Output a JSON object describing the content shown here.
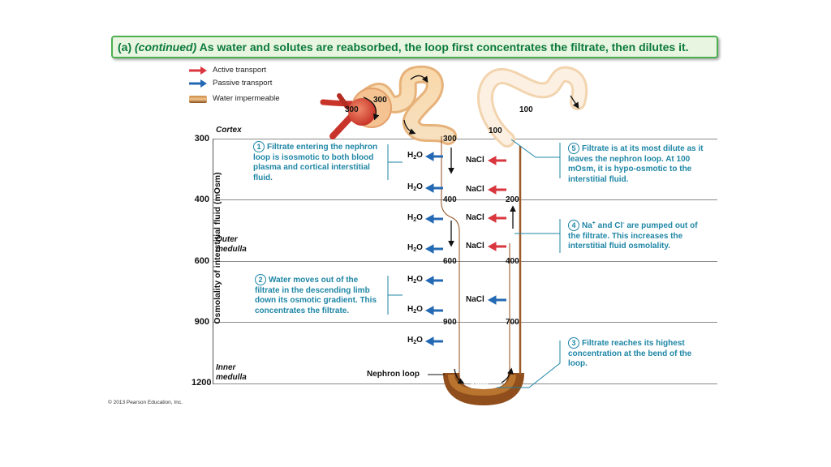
{
  "title": {
    "prefix": "(a)",
    "continued": "(continued)",
    "text": "As water and solutes are reabsorbed, the loop first concentrates the filtrate, then dilutes it."
  },
  "legend": [
    {
      "label": "Active transport",
      "color": "#d9363e",
      "icon": "red-arrow-icon"
    },
    {
      "label": "Passive transport",
      "color": "#2469b3",
      "icon": "blue-arrow-icon"
    },
    {
      "label": "Water impermeable",
      "color": "#a5652a",
      "icon": "brown-bar-icon"
    }
  ],
  "axis": {
    "label": "Osmolality of interstitial fluid (mOsm)",
    "ticks": [
      "300",
      "400",
      "600",
      "900",
      "1200"
    ]
  },
  "regions": {
    "cortex": "Cortex",
    "outer_line1": "Outer",
    "outer_line2": "medulla",
    "inner_line1": "Inner",
    "inner_line2": "medulla"
  },
  "tubule_values": {
    "glomerulus": "300",
    "proximal": "300",
    "distal": "100",
    "desc_300": "300",
    "desc_400": "400",
    "desc_600": "600",
    "desc_900": "900",
    "bend": "1200",
    "asc_100": "100",
    "asc_200": "200",
    "asc_400": "400",
    "asc_700": "700"
  },
  "transport": {
    "water": "H",
    "water_sub": "2",
    "water_end": "O",
    "nacl": "NaCl"
  },
  "notes": {
    "n1": {
      "num": "1",
      "text": "Filtrate entering the nephron loop is isosmotic to both blood plasma and cortical interstitial fluid."
    },
    "n2": {
      "num": "2",
      "text": "Water moves out of the filtrate in the descending limb down its osmotic gradient. This concentrates the filtrate."
    },
    "n3": {
      "num": "3",
      "text": "Filtrate reaches its highest concentration at the bend of the loop."
    },
    "n4": {
      "num": "4",
      "na": "Na",
      "sup1": "+",
      "and": " and Cl",
      "sup2": "-",
      "rest": " are pumped out of the filtrate. This increases the interstitial fluid osmolality."
    },
    "n5": {
      "num": "5",
      "text": "Filtrate is at its most dilute as it leaves the nephron loop. At 100 mOsm, it is hypo-osmotic to the interstitial fluid."
    }
  },
  "nephron_loop_label": "Nephron loop",
  "copyright": "© 2013 Pearson Education, Inc."
}
